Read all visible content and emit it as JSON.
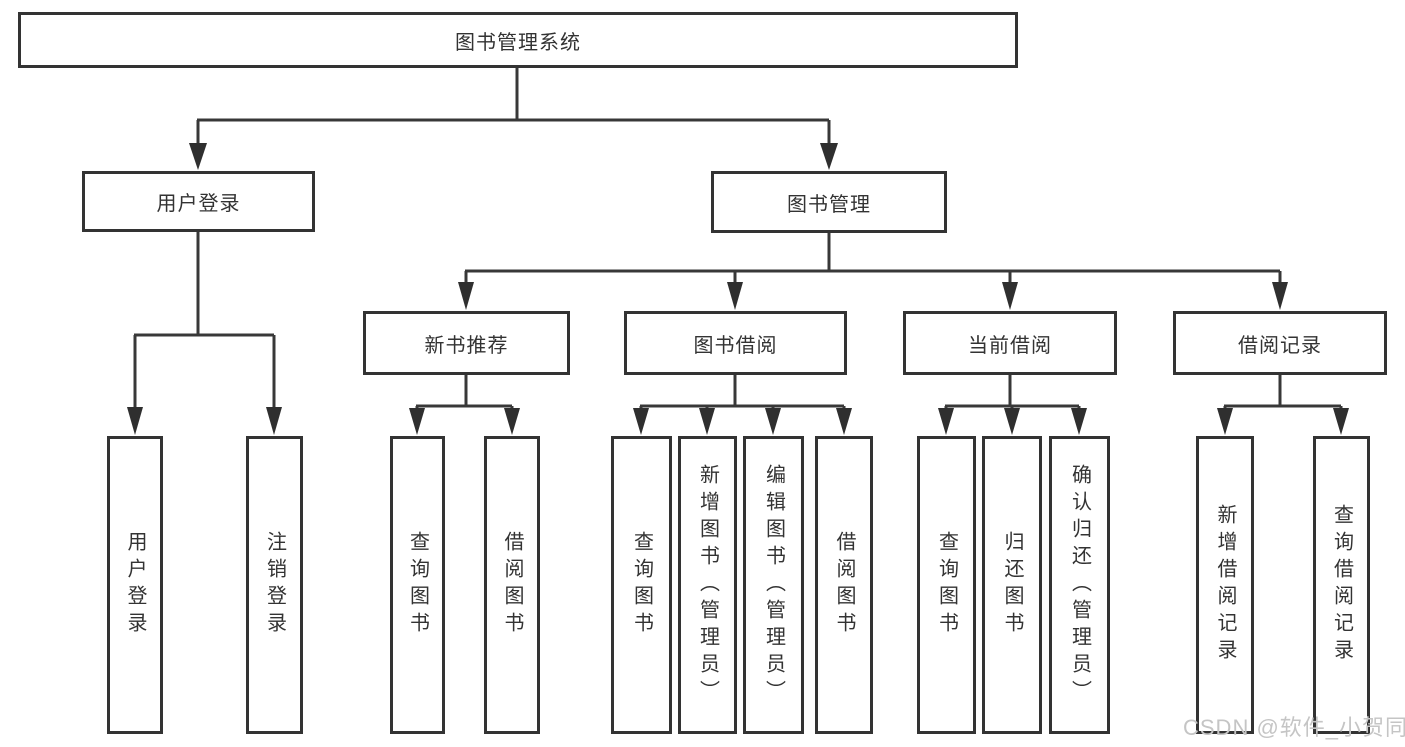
{
  "diagram_title": "图书管理系统",
  "nodes": {
    "root": "图书管理系统",
    "user_login": "用户登录",
    "book_mgmt": "图书管理",
    "new_book_rec": "新书推荐",
    "book_borrow": "图书借阅",
    "current_borrow": "当前借阅",
    "borrow_records": "借阅记录",
    "ul_user_login": "用户登录",
    "ul_logout": "注销登录",
    "nbr_query_book": "查询图书",
    "nbr_borrow_book": "借阅图书",
    "bb_query_book": "查询图书",
    "bb_add_book": "新增图书（管理员）",
    "bb_edit_book": "编辑图书（管理员）",
    "bb_borrow_book": "借阅图书",
    "cb_query_book": "查询图书",
    "cb_return_book": "归还图书",
    "cb_confirm_return": "确认归还（管理员）",
    "br_add_record": "新增借阅记录",
    "br_query_record": "查询借阅记录"
  },
  "tree": {
    "root": "图书管理系统",
    "children": [
      {
        "label": "用户登录",
        "children": [
          "用户登录",
          "注销登录"
        ]
      },
      {
        "label": "图书管理",
        "children": [
          {
            "label": "新书推荐",
            "children": [
              "查询图书",
              "借阅图书"
            ]
          },
          {
            "label": "图书借阅",
            "children": [
              "查询图书",
              "新增图书（管理员）",
              "编辑图书（管理员）",
              "借阅图书"
            ]
          },
          {
            "label": "当前借阅",
            "children": [
              "查询图书",
              "归还图书",
              "确认归还（管理员）"
            ]
          },
          {
            "label": "借阅记录",
            "children": [
              "新增借阅记录",
              "查询借阅记录"
            ]
          }
        ]
      }
    ]
  },
  "watermark": "CSDN @软件_小贺同学",
  "colors": {
    "line": "#383838",
    "box_border": "#333333",
    "text": "#333333",
    "watermark": "#c5c5c5",
    "background": "#ffffff"
  }
}
